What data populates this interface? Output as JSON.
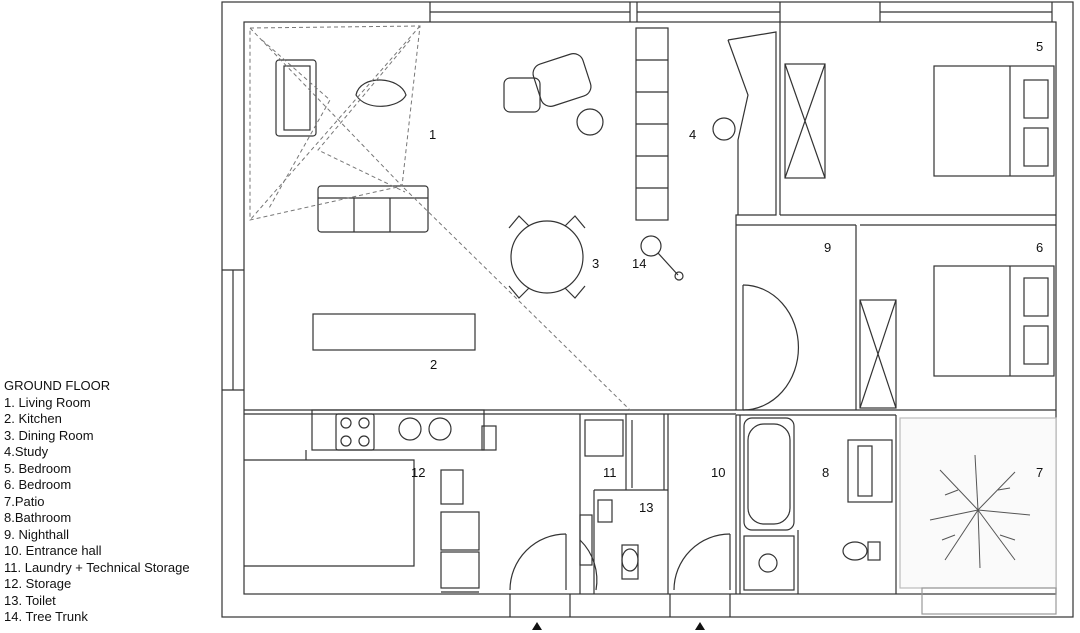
{
  "legend": {
    "title": "GROUND FLOOR",
    "items": [
      "1. Living Room",
      "2. Kitchen",
      "3. Dining Room",
      "4.Study",
      "5. Bedroom",
      "6. Bedroom",
      "7.Patio",
      "8.Bathroom",
      "9. Nighthall",
      "10. Entrance hall",
      "11. Laundry + Technical Storage",
      "12. Storage",
      "13. Toilet",
      "14. Tree Trunk"
    ]
  },
  "room_numbers": {
    "r1": "1",
    "r2": "2",
    "r3": "3",
    "r4": "4",
    "r5": "5",
    "r6": "6",
    "r7": "7",
    "r8": "8",
    "r9": "9",
    "r10": "10",
    "r11": "11",
    "r12": "12",
    "r13": "13",
    "r14": "14"
  },
  "colors": {
    "line": "#333333",
    "dash": "#777777",
    "fill_light": "#f0f0f0"
  }
}
